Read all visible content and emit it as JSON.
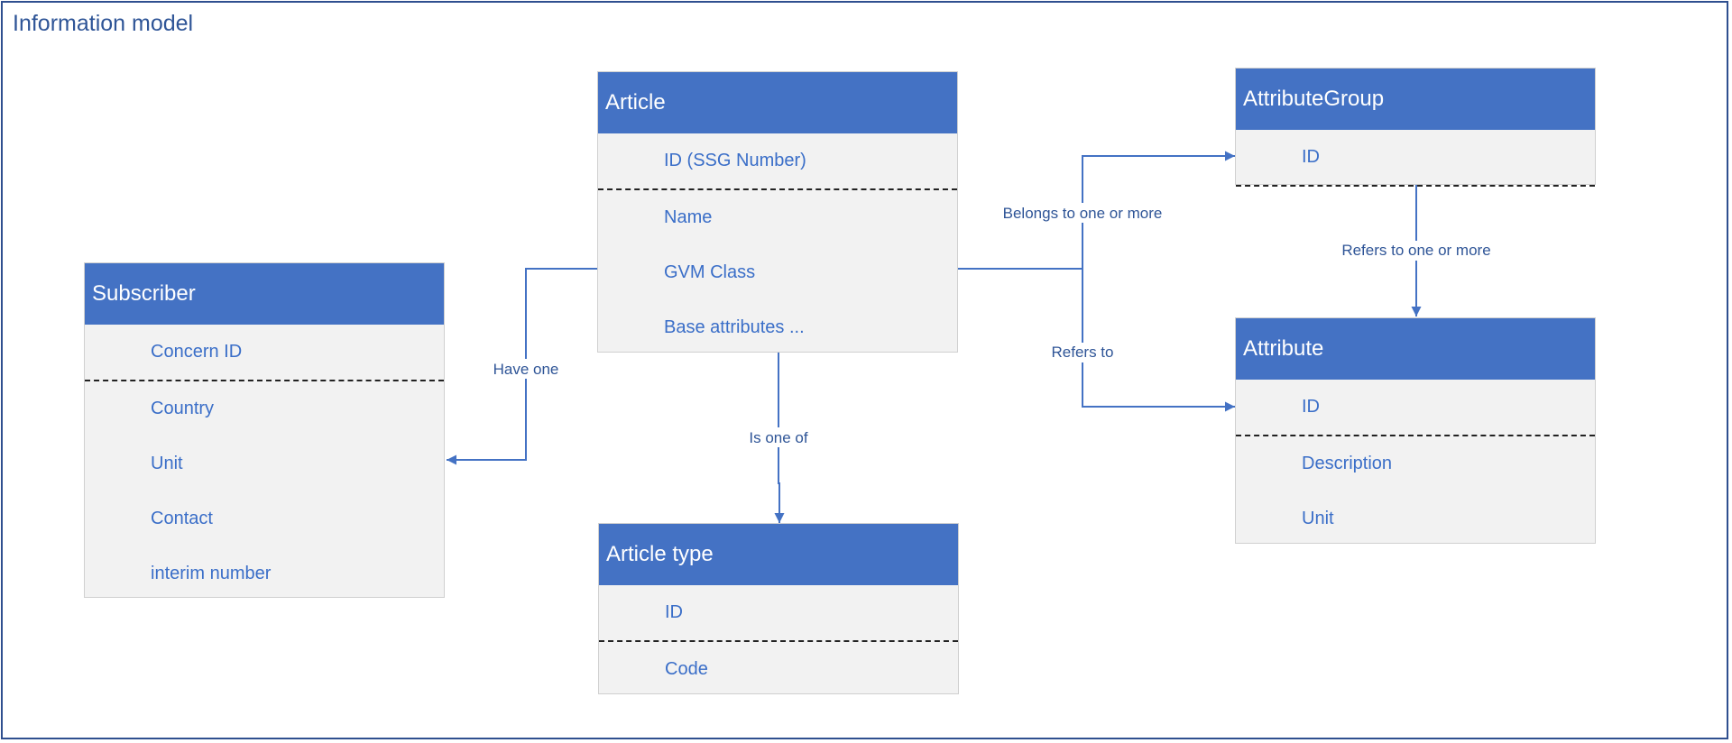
{
  "diagram": {
    "title": "Information model",
    "entities": {
      "article": {
        "name": "Article",
        "key": "ID  (SSG Number)",
        "fields": [
          "Name",
          "GVM Class",
          "Base attributes ..."
        ]
      },
      "subscriber": {
        "name": "Subscriber",
        "key": "Concern ID",
        "fields": [
          "Country",
          "Unit",
          "Contact",
          "interim number"
        ]
      },
      "article_type": {
        "name": "Article type",
        "key": "ID",
        "fields": [
          "Code"
        ]
      },
      "attribute_group": {
        "name": "AttributeGroup",
        "key": "ID",
        "fields": []
      },
      "attribute": {
        "name": "Attribute",
        "key": "ID",
        "fields": [
          "Description",
          "Unit"
        ]
      }
    },
    "relations": {
      "have_one": "Have one",
      "is_one_of": "Is one of",
      "belongs_to": "Belongs to one or more",
      "refers_to": "Refers to",
      "refers_to_one_or_more": "Refers to one or more"
    },
    "colors": {
      "header": "#4472c4",
      "body": "#f2f2f2",
      "text": "#3a6ec8",
      "line": "#4472c4",
      "frame": "#2f4f8f"
    }
  }
}
